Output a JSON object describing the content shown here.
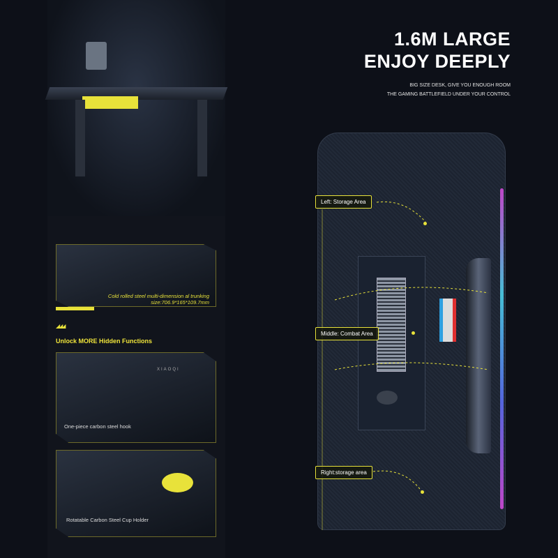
{
  "headline": {
    "line1": "1.6M LARGE",
    "line2": "ENJOY DEEPLY"
  },
  "subtitle": {
    "line1": "BIG SIZE DESK, GIVE YOU ENOUGH ROOM",
    "line2": "THE GAMING  BATTLEFIELD UNDER YOUR CONTROL"
  },
  "panels": {
    "trunking": {
      "line1": "Cold rolled steel multi-dimension al trunking",
      "line2": "size:706.9*165*109.7mm"
    },
    "section_title": "Unlock MORE Hidden Functions",
    "hook": "One-piece carbon steel hook",
    "hook_brand": "XIAOQI",
    "cup": "Rotatable Carbon Steel Cup Holder"
  },
  "areas": {
    "left": "Left: Storage Area",
    "middle": "Middle: Combat Area",
    "right": "Right:storage area"
  },
  "colors": {
    "accent": "#e8e23a",
    "background": "#0d1018"
  }
}
